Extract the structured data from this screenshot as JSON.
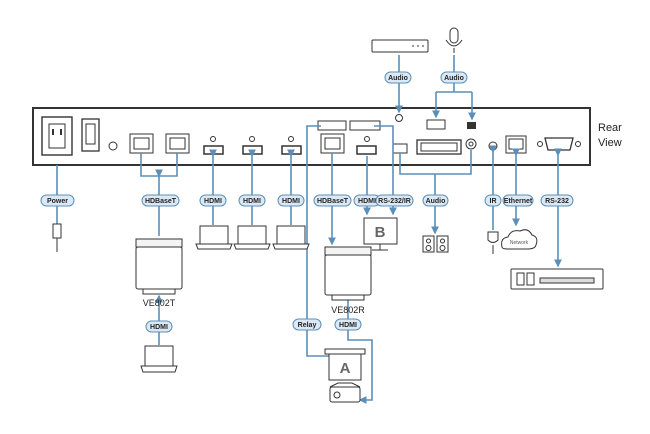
{
  "rear_view": {
    "line1": "Rear",
    "line2": "View"
  },
  "devices": {
    "transmitter": "VE802T",
    "receiver": "VE802R",
    "display_b": "B",
    "screen_a": "A",
    "network": "Network"
  },
  "labels": {
    "power": "Power",
    "hdbaset_in": "HDBaseT",
    "hdmi1": "HDMI",
    "hdmi2": "HDMI",
    "hdmi3": "HDMI",
    "hdmi_laptop": "HDMI",
    "relay": "Relay",
    "hdbaset_out": "HDBaseT",
    "hdmi_out": "HDMI",
    "rs232_ir": "RS-232/IR",
    "hdmi_rx": "HDMI",
    "audio_top1": "Audio",
    "audio_top2": "Audio",
    "audio_out": "Audio",
    "ir": "IR",
    "ethernet": "Ethernet",
    "rs232": "RS-232"
  },
  "colors": {
    "cable": "#5b8fb9",
    "pill_fill": "#dce9f4",
    "outline": "#333333"
  }
}
